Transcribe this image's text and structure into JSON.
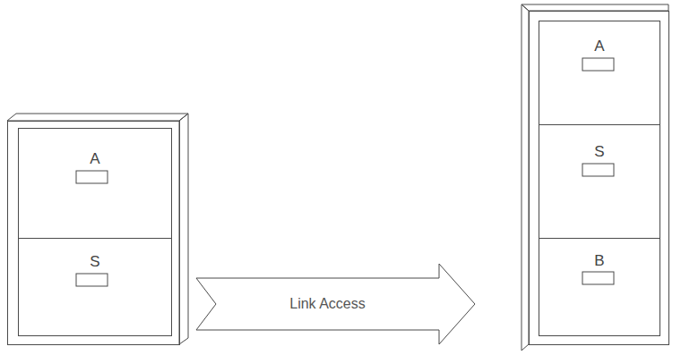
{
  "diagram": {
    "nodes": [
      {
        "text": []
      },
      {
        "text": [
          "A"
        ],
        "in": 0
      },
      {
        "text": [
          "S"
        ],
        "in": 0
      },
      {
        "text": []
      },
      {
        "text": [
          "A"
        ],
        "in": 3
      },
      {
        "text": [
          "S"
        ],
        "in": 3
      },
      {
        "text": [
          "B"
        ],
        "in": 3
      }
    ],
    "edges": [
      {
        "from": 0,
        "to": 3,
        "arrow": "to",
        "label": "Link Access"
      }
    ]
  }
}
